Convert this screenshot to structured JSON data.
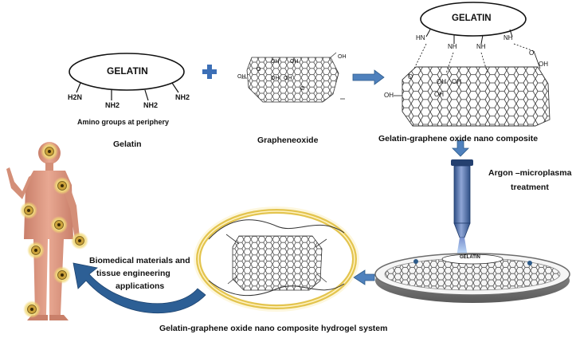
{
  "gelatin_left": {
    "oval_label": "GELATIN",
    "amines": [
      "H2N",
      "NH2",
      "NH2",
      "NH2"
    ],
    "caption": "Amino groups at periphery",
    "name": "Gelatin"
  },
  "graphene_oxide": {
    "name": "Grapheneoxide",
    "groups": [
      "OH",
      "OH",
      "OH",
      "OH",
      "O",
      "O",
      "OH",
      "OH"
    ]
  },
  "composite": {
    "oval_label": "GELATIN",
    "linkers": [
      "HN",
      "NH",
      "NH",
      "NH"
    ],
    "groups": [
      "OH",
      "OH",
      "OH",
      "OH",
      "OH",
      "O",
      "O"
    ],
    "name": "Gelatin-graphene oxide nano composite"
  },
  "plasma": {
    "label_line1": "Argon –microplasma",
    "label_line2": "treatment",
    "dish_label": "GELATIN"
  },
  "hydrogel": {
    "name": "Gelatin-graphene oxide nano composite hydrogel system"
  },
  "application": {
    "line1": "Biomedical materials and",
    "line2": "tissue engineering",
    "line3": "applications"
  },
  "colors": {
    "arrow_blue": "#4f81bd",
    "arrow_dark": "#2c5b8a",
    "skin": "#e3a08a",
    "glow": "#f1d875",
    "gold": "#c9a13b"
  }
}
